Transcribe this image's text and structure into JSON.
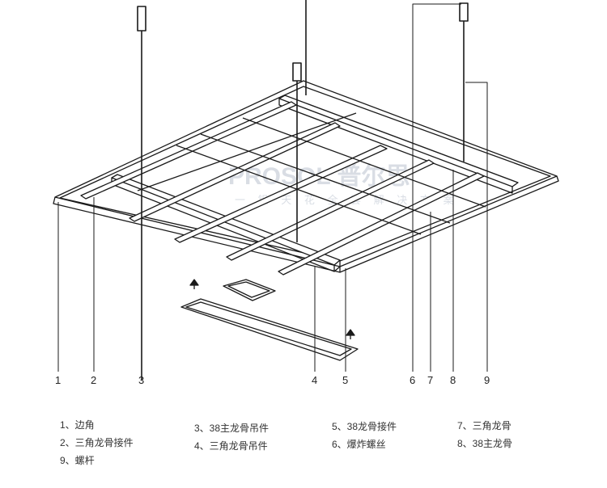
{
  "callouts": [
    "1",
    "2",
    "3",
    "4",
    "5",
    "6",
    "7",
    "8",
    "9"
  ],
  "watermark": {
    "brand": "PROSOL 普尔思",
    "tagline": "一 铝 天 花 全 套 解 决 方 案"
  },
  "legend": {
    "col1": [
      "1、边角",
      "2、三角龙骨接件",
      "9、螺杆"
    ],
    "col2": [
      "3、38主龙骨吊件",
      "4、三角龙骨吊件"
    ],
    "col3": [
      "5、38龙骨接件",
      "6、爆炸螺丝"
    ],
    "col4": [
      "7、三角龙骨",
      "8、38主龙骨"
    ]
  },
  "colors": {
    "line": "#1a1a1a",
    "watermark": "#c9d0da"
  }
}
